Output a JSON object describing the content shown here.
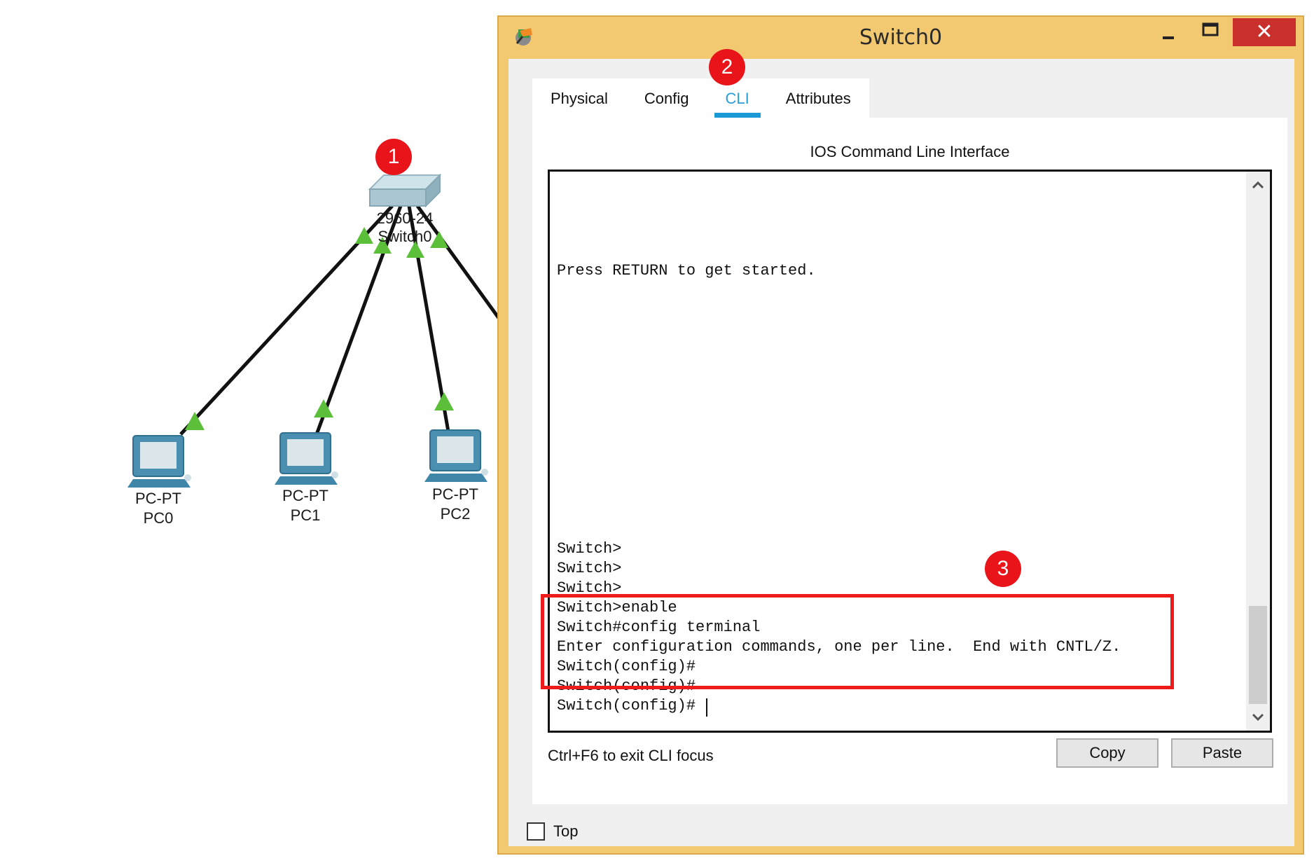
{
  "topology": {
    "switch": {
      "model": "2960-24",
      "name": "Switch0"
    },
    "pcs": [
      {
        "model": "PC-PT",
        "name": "PC0"
      },
      {
        "model": "PC-PT",
        "name": "PC1"
      },
      {
        "model": "PC-PT",
        "name": "PC2"
      }
    ]
  },
  "markers": [
    "1",
    "2",
    "3"
  ],
  "window": {
    "title": "Switch0",
    "close_glyph": "✕",
    "tabs": [
      {
        "label": "Physical",
        "active": false
      },
      {
        "label": "Config",
        "active": false
      },
      {
        "label": "CLI",
        "active": true
      },
      {
        "label": "Attributes",
        "active": false
      }
    ],
    "cli_heading": "IOS Command Line Interface",
    "terminal_lines": [
      "Press RETURN to get started.",
      "Switch>",
      "Switch>",
      "Switch>",
      "Switch>enable",
      "Switch#config terminal",
      "Enter configuration commands, one per line.  End with CNTL/Z.",
      "Switch(config)#",
      "Switch(config)#",
      "Switch(config)#"
    ],
    "focus_hint": "Ctrl+F6 to exit CLI focus",
    "copy_label": "Copy",
    "paste_label": "Paste",
    "top_label": "Top",
    "top_checked": false
  },
  "colors": {
    "window_frame": "#f2c971",
    "close_button": "#c9302c",
    "active_tab": "#1c9ad6",
    "marker": "#e8141a",
    "link_arrow": "#5bbf3a",
    "highlight": "#ee1b1b"
  }
}
